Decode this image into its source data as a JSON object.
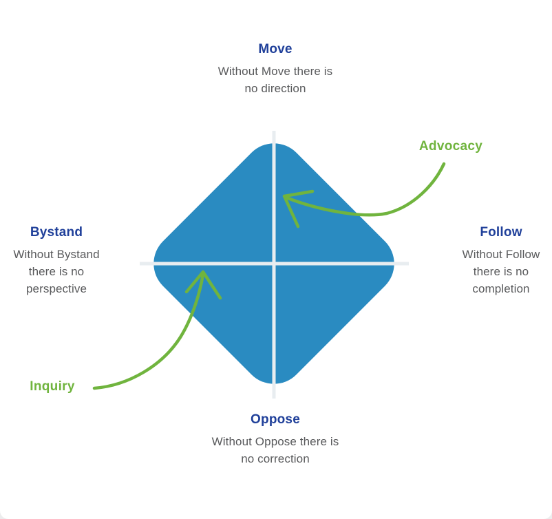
{
  "title": "Four player model diamond diagram",
  "colors": {
    "diamond_blue": "#2a8bc1",
    "cross_line": "#e8edf0",
    "heading_navy": "#20409a",
    "body_gray": "#58595b",
    "accent_green": "#70b43e",
    "page_background": "#ffffff"
  },
  "quadrants": {
    "move": {
      "label": "Move",
      "description": "Without Move there is no direction",
      "lines": [
        "Without Move there is",
        "no direction"
      ]
    },
    "follow": {
      "label": "Follow",
      "description": "Without Follow there is no completion",
      "lines": [
        "Without Follow",
        "there is no",
        "completion"
      ]
    },
    "bystand": {
      "label": "Bystand",
      "description": "Without Bystand there is no perspective",
      "lines": [
        "Without Bystand",
        "there is no",
        "perspective"
      ]
    },
    "oppose": {
      "label": "Oppose",
      "description": "Without Oppose there is no correction",
      "lines": [
        "Without Oppose there is",
        "no correction"
      ]
    }
  },
  "annotations": {
    "advocacy": {
      "label": "Advocacy"
    },
    "inquiry": {
      "label": "Inquiry"
    }
  }
}
